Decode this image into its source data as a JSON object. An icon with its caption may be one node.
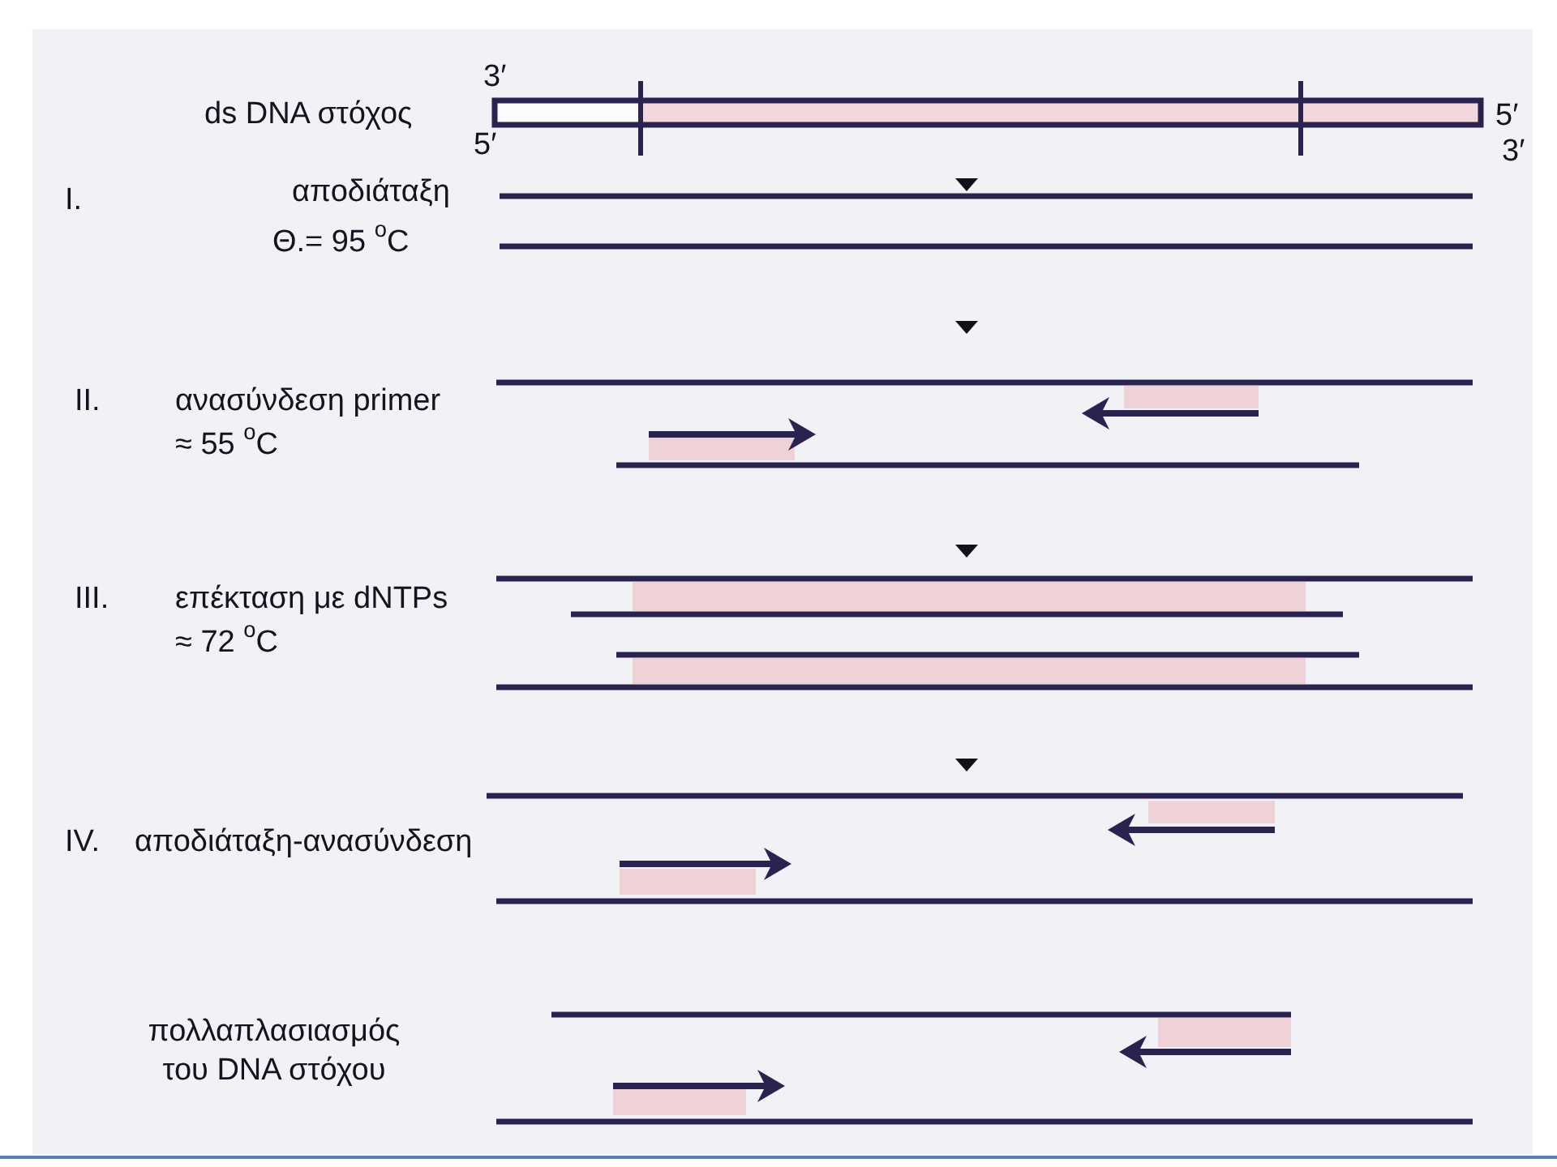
{
  "diagram": {
    "labels": [
      "3′",
      "5′",
      "ds DNA στόχος",
      "5′",
      "3′",
      "I.",
      "αποδιάταξη",
      "Θ.= 95 $^{o}$C",
      "II.",
      "ανασύνδεση primer",
      "≈ 55 $^{o}$C",
      "III.",
      "επέκταση με dNTPs",
      "≈ 72 $^{o}$C",
      "IV.",
      "αποδιάταξη-ανασύνδεση",
      "πολλαπλασιασμός του DNA στόχου"
    ]
  }
}
